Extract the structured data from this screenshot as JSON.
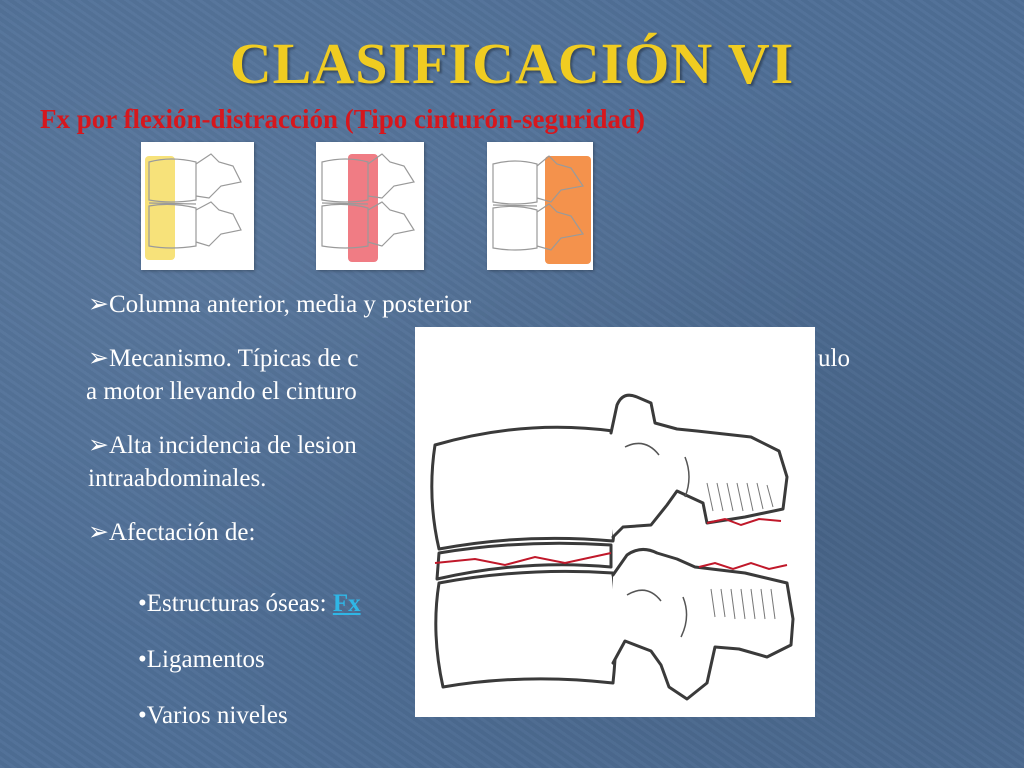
{
  "slide": {
    "title": "CLASIFICACIÓN VI",
    "subtitle": "Fx por flexión-distracción (Tipo cinturón-seguridad)",
    "bullets": [
      {
        "arrow": "➢",
        "text": "Columna anterior, media y posterior"
      },
      {
        "arrow": "➢",
        "text": "Mecanismo. Típicas de c",
        "text_tail": "ulo",
        "line2": "a motor llevando el cinturo"
      },
      {
        "arrow": "➢",
        "text": "Alta incidencia de lesion",
        "line2": "intraabdominales."
      },
      {
        "arrow": "➢",
        "text": "Afectación de:"
      }
    ],
    "subitems": {
      "oseas_prefix": "•Estructuras óseas: ",
      "oseas_link": "Fx",
      "ligamentos": "•Ligamentos",
      "niveles": "•Varios niveles"
    }
  },
  "colors": {
    "title": "#f0cc21",
    "subtitle": "#d6171d",
    "highlight_anterior": "#f7e27a",
    "highlight_media": "#f07c84",
    "highlight_posterior": "#f4924c",
    "fracture_line": "#c0182a"
  }
}
